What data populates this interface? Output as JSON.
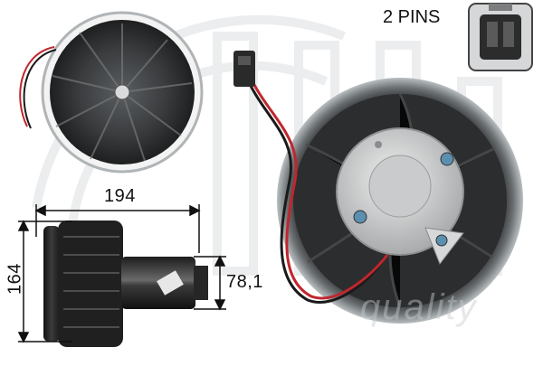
{
  "header": {
    "connector_label": "2 PINS"
  },
  "dimensions": {
    "width": "194",
    "height": "164",
    "motor_diameter": "78,1"
  },
  "watermark": {
    "text": "quality"
  },
  "colors": {
    "fan_body": "#2b2b2b",
    "fan_rim": "#9ea3a6",
    "hub": "#c8cacb",
    "wire_red": "#c0262d",
    "wire_black": "#1a1a1a",
    "connector": "#3a3a3a"
  }
}
